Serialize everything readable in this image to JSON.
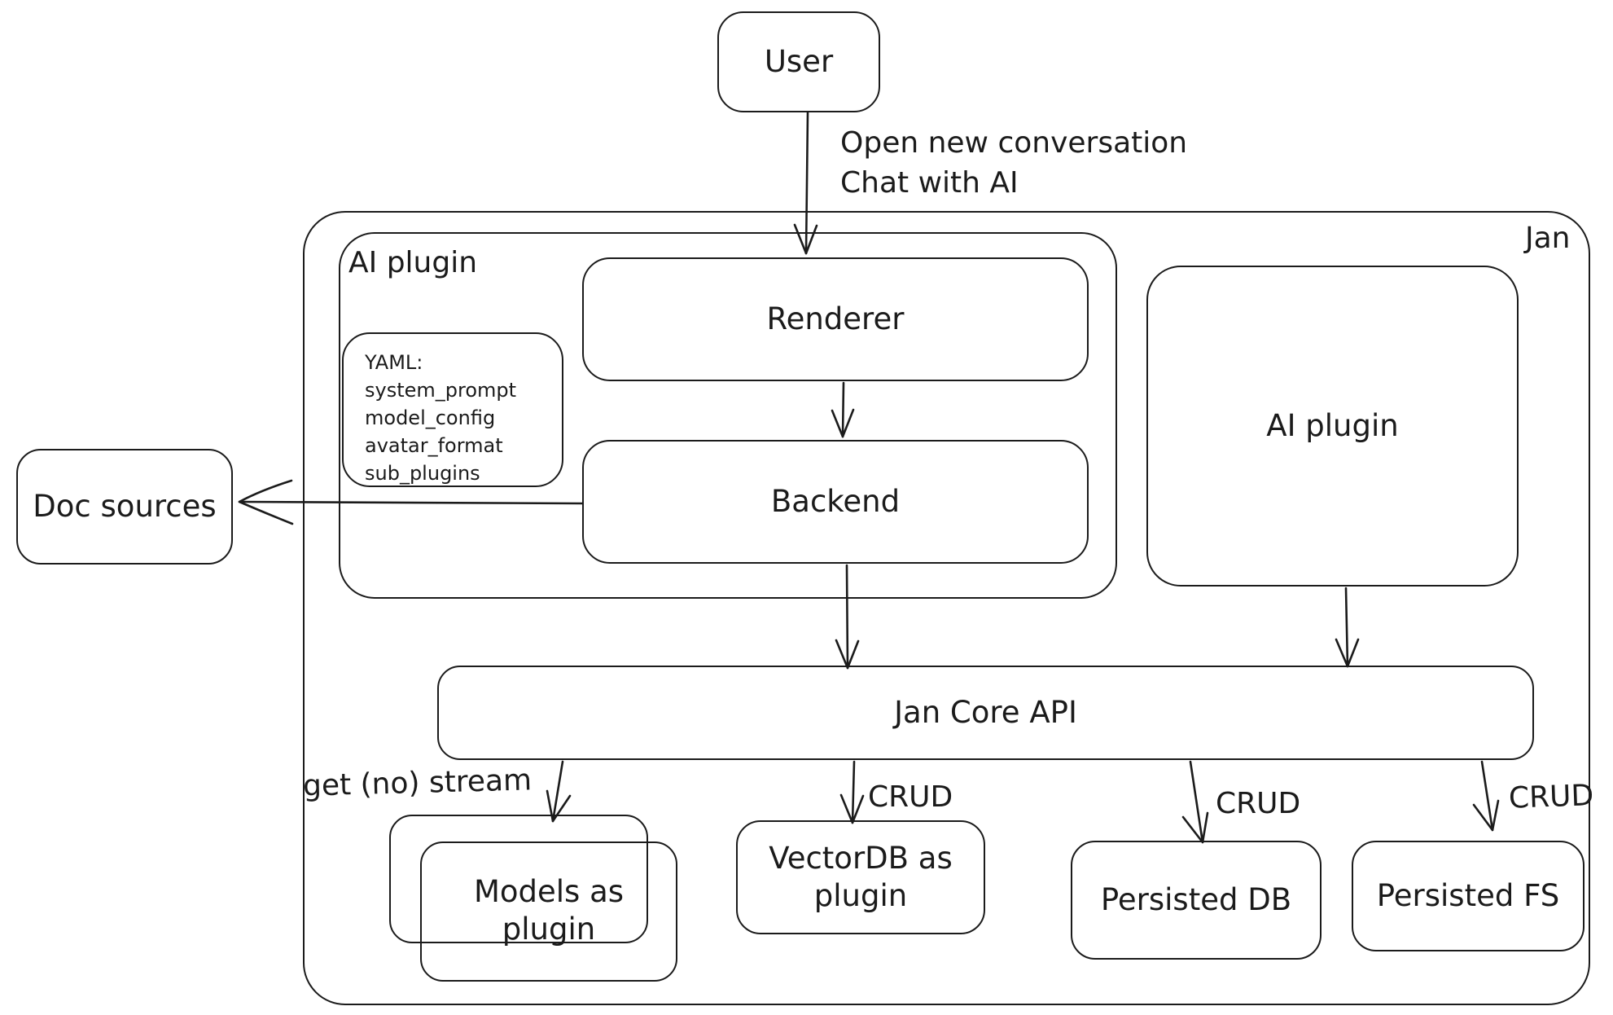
{
  "colors": {
    "ink": "#1b1b1b",
    "background": "#ffffff"
  },
  "containers": {
    "jan": "Jan",
    "ai_plugin": "AI plugin"
  },
  "nodes": {
    "user": "User",
    "renderer": "Renderer",
    "backend": "Backend",
    "doc_sources": "Doc sources",
    "ai_plugin_right": "AI plugin",
    "jan_core_api": "Jan Core API",
    "models_as_plugin": "Models as plugin",
    "vectordb_as_plugin": "VectorDB as plugin",
    "persisted_db": "Persisted DB",
    "persisted_fs": "Persisted FS"
  },
  "note_yaml": {
    "title": "YAML:",
    "lines": [
      "system_prompt",
      "model_config",
      "avatar_format",
      "sub_plugins"
    ]
  },
  "edge_labels": {
    "user_flow_line1": "Open new conversation",
    "user_flow_line2": "Chat with AI",
    "get_no_stream": "get (no) stream",
    "crud_vectordb": "CRUD",
    "crud_persisted_db": "CRUD",
    "crud_persisted_fs": "CRUD"
  }
}
